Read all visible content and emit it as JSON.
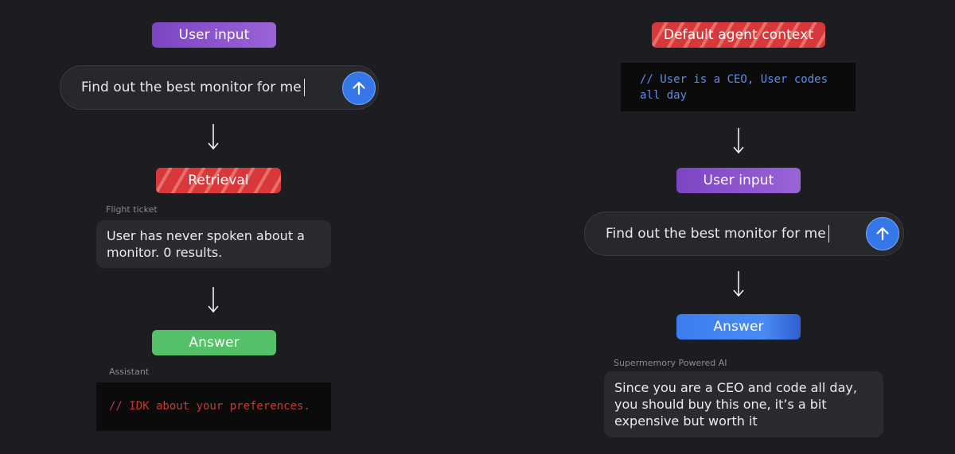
{
  "left": {
    "user_input_label": "User input",
    "input_text": "Find out the best monitor for me",
    "retrieval_label": "Retrieval",
    "retrieval_caption": "Flight ticket",
    "retrieval_result": "User has never spoken about a monitor. 0 results.",
    "answer_label": "Answer",
    "answer_caption": "Assistant",
    "answer_code": "// IDK about your preferences."
  },
  "right": {
    "context_label": "Default agent context",
    "context_code": "// User is a CEO, User codes all day",
    "user_input_label": "User input",
    "input_text": "Find out the best monitor for me",
    "answer_label": "Answer",
    "answer_caption": "Supermemory Powered AI",
    "answer_text": "Since you are a CEO and code all day, you should buy this one, it’s a bit expensive but worth it"
  },
  "icons": {
    "send": "arrow-up-icon",
    "flow": "arrow-down-icon"
  },
  "colors": {
    "background": "#1c1d20",
    "user_input_pill": "#8a53cc",
    "retrieval_pill": "#d9383a",
    "answer_pill_left": "#54c067",
    "answer_pill_right": "#3b7df0",
    "send_button": "#3576e8",
    "code_red": "#c23a32",
    "code_blue": "#5b8ee6"
  }
}
